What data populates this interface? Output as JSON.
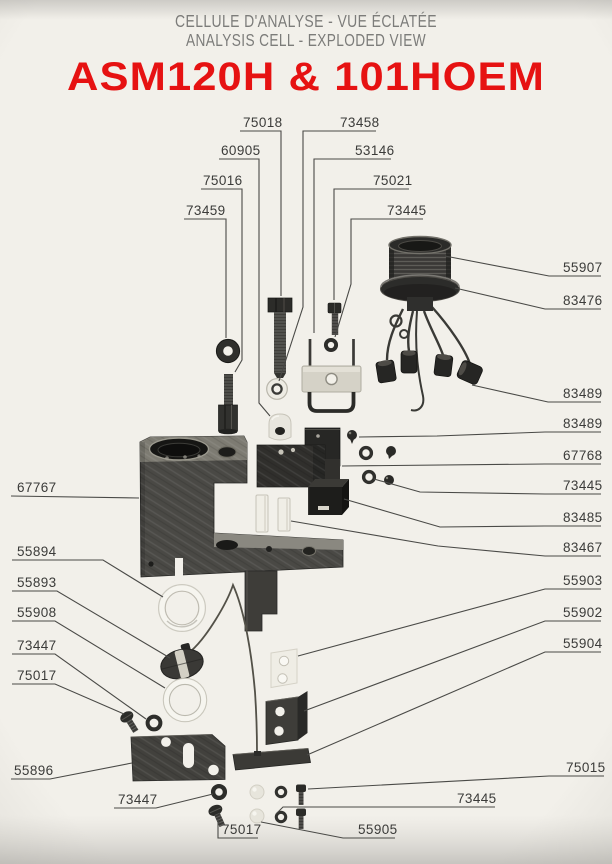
{
  "header": {
    "title_line1": "CELLULE D'ANALYSE - VUE ÉCLATÉE",
    "title_line2": "ANALYSIS CELL - EXPLODED VIEW",
    "model": "ASM120H & 101HOEM"
  },
  "theme": {
    "paper": "#f2f0ea",
    "ink": "#4a4a47",
    "label": "#3b3b39",
    "title_gray": "#7c7c7a",
    "brand_red": "#e61212",
    "metal_dark": "#2e2e2b",
    "metal_mid": "#4a4945",
    "metal_light": "#8a887f",
    "white_part": "#f0eee6"
  },
  "diagram": {
    "callouts": [
      {
        "number": "75018"
      },
      {
        "number": "60905"
      },
      {
        "number": "75016"
      },
      {
        "number": "73459"
      },
      {
        "number": "73458"
      },
      {
        "number": "53146"
      },
      {
        "number": "75021"
      },
      {
        "number": "73445"
      },
      {
        "number": "55907"
      },
      {
        "number": "83476"
      },
      {
        "number": "83489"
      },
      {
        "number": "83489"
      },
      {
        "number": "67768"
      },
      {
        "number": "73445"
      },
      {
        "number": "83485"
      },
      {
        "number": "83467"
      },
      {
        "number": "55903"
      },
      {
        "number": "55902"
      },
      {
        "number": "55904"
      },
      {
        "number": "75015"
      },
      {
        "number": "67767"
      },
      {
        "number": "55894"
      },
      {
        "number": "55893"
      },
      {
        "number": "55908"
      },
      {
        "number": "73447"
      },
      {
        "number": "75017"
      },
      {
        "number": "55896"
      },
      {
        "number": "73447"
      },
      {
        "number": "75017"
      },
      {
        "number": "73445"
      },
      {
        "number": "55905"
      }
    ]
  }
}
